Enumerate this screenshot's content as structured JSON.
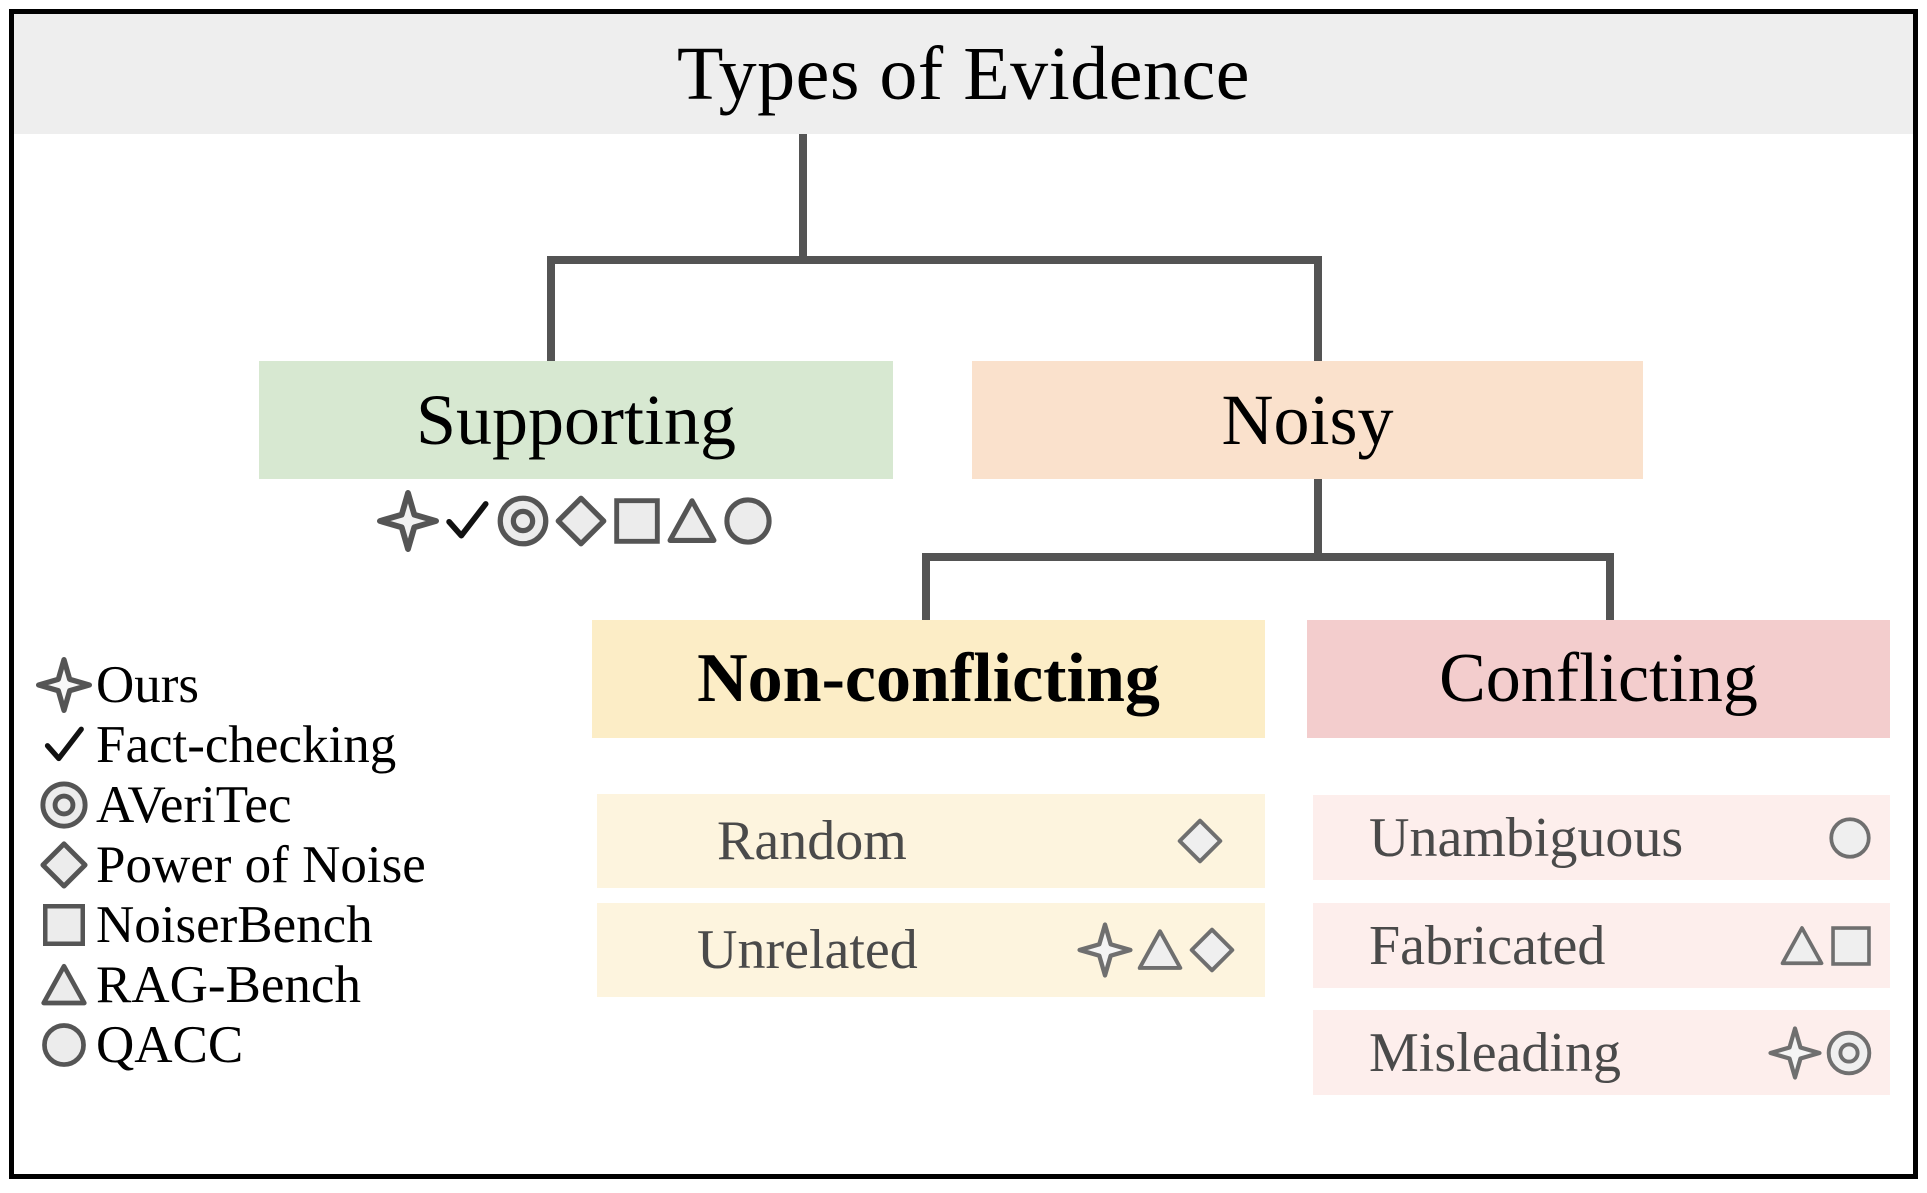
{
  "figure": {
    "title": "Types of Evidence",
    "colors": {
      "title_bar": "#eeeeee",
      "supporting": "#d7e8d1",
      "noisy": "#fae1cc",
      "non_conflicting": "#fcedc6",
      "conflicting": "#f3cdcd",
      "leaf_yellow": "#fdf4de",
      "leaf_pink": "#fdeeec",
      "connector": "#545454",
      "icon_stroke": "#555555",
      "icon_fill": "#ececec",
      "frame": "#000000"
    }
  },
  "tree": {
    "root": {
      "label": "Types of Evidence"
    },
    "level1": [
      {
        "label": "Supporting",
        "icons": [
          "star-icon",
          "check-icon",
          "bullseye-icon",
          "diamond-icon",
          "square-icon",
          "triangle-icon",
          "circle-icon"
        ]
      },
      {
        "label": "Noisy",
        "icons": []
      }
    ],
    "level2": [
      {
        "label": "Non-conflicting",
        "leaves": [
          {
            "label": "Random",
            "icons": [
              "diamond-icon"
            ]
          },
          {
            "label": "Unrelated",
            "icons": [
              "star-icon",
              "triangle-icon",
              "diamond-icon"
            ]
          }
        ]
      },
      {
        "label": "Conflicting",
        "leaves": [
          {
            "label": "Unambiguous",
            "icons": [
              "circle-icon"
            ]
          },
          {
            "label": "Fabricated",
            "icons": [
              "triangle-icon",
              "square-icon"
            ]
          },
          {
            "label": "Misleading",
            "icons": [
              "star-icon",
              "bullseye-icon"
            ]
          }
        ]
      }
    ]
  },
  "legend": {
    "items": [
      {
        "icon": "star-icon",
        "label": "Ours"
      },
      {
        "icon": "check-icon",
        "label": "Fact-checking"
      },
      {
        "icon": "bullseye-icon",
        "label": "AVeriTec"
      },
      {
        "icon": "diamond-icon",
        "label": "Power of Noise"
      },
      {
        "icon": "square-icon",
        "label": "NoiserBench"
      },
      {
        "icon": "triangle-icon",
        "label": "RAG-Bench"
      },
      {
        "icon": "circle-icon",
        "label": "QACC"
      }
    ]
  }
}
